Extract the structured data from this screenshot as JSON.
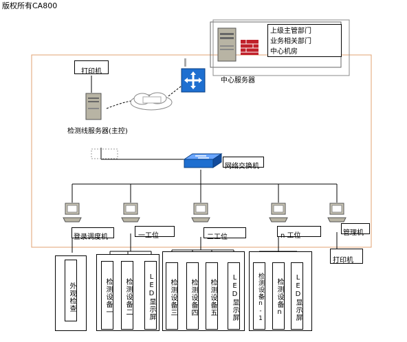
{
  "watermark": "版权所有CA800",
  "top_panel": {
    "items": [
      "上级主管部门",
      "业务相关部门",
      "中心机房"
    ]
  },
  "nodes": {
    "printer_top": "打印机",
    "center_server": "中心服务器",
    "test_server": "检测线服务器(主控)",
    "switch": "网络交换机",
    "printer_bottom": "打印机"
  },
  "workstations": [
    "登录调度机",
    "一工位",
    "二工位",
    "n 工位",
    "管理机"
  ],
  "devices": {
    "external": "外观检查",
    "group1": [
      "检测设备一",
      "检测设备二",
      "LED显示屏"
    ],
    "group2": [
      "检测设备三",
      "检测设备四",
      "检测设备五",
      "LED显示屏"
    ],
    "group3": [
      "检测设备n-1",
      "检测设备n",
      "LED显示屏"
    ]
  }
}
